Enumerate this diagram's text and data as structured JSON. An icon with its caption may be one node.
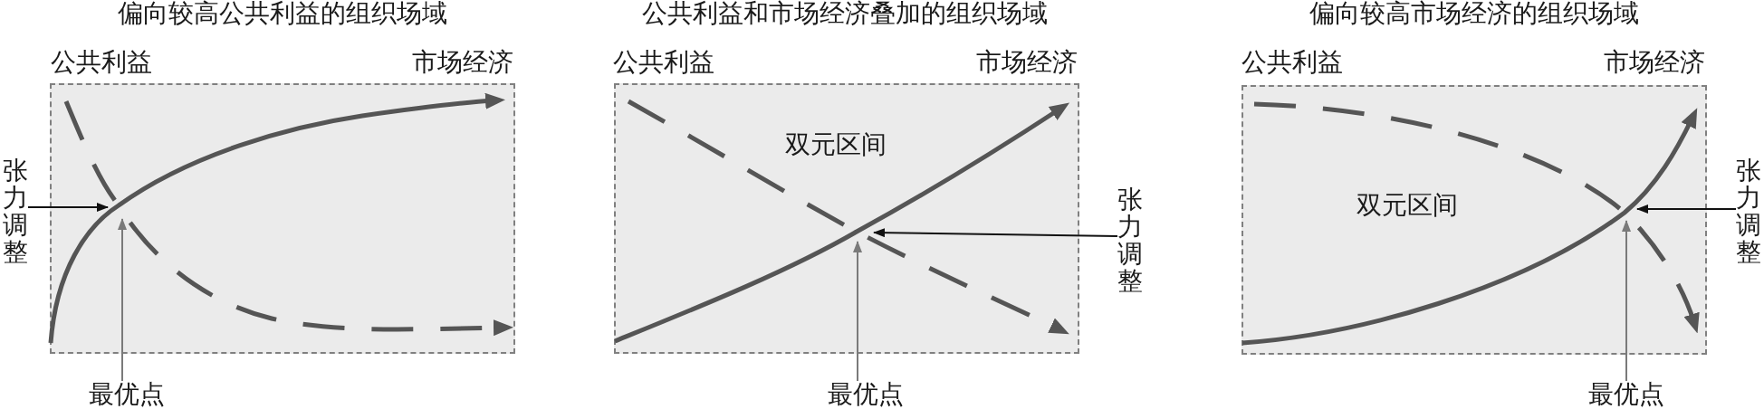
{
  "diagram": {
    "nodes": [
      {
        "text": [
          "偏向较高公共利益的组织场域",
          "公共利益",
          "市场经济"
        ]
      },
      {
        "text": [
          "张力调整"
        ]
      },
      {
        "text": [
          "最优点"
        ]
      },
      {
        "text": [
          "公共利益和市场经济叠加的组织场域",
          "公共利益",
          "市场经济",
          "双元区间"
        ]
      },
      {
        "text": [
          "张力调整"
        ]
      },
      {
        "text": [
          "最优点"
        ]
      },
      {
        "text": [
          "偏向较高市场经济的组织场域",
          "公共利益",
          "市场经济",
          "双元区间"
        ]
      },
      {
        "text": [
          "张力调整"
        ]
      },
      {
        "text": [
          "最优点"
        ]
      }
    ],
    "edges": [
      {
        "from": 1,
        "to": 0,
        "arrow": "to"
      },
      {
        "from": 2,
        "to": 0,
        "arrow": "to",
        "color": "#7a7a7a"
      },
      {
        "from": 4,
        "to": 3,
        "arrow": "to"
      },
      {
        "from": 5,
        "to": 3,
        "arrow": "to",
        "color": "#7a7a7a"
      },
      {
        "from": 7,
        "to": 6,
        "arrow": "to"
      },
      {
        "from": 8,
        "to": 6,
        "arrow": "to",
        "color": "#7a7a7a"
      }
    ]
  }
}
